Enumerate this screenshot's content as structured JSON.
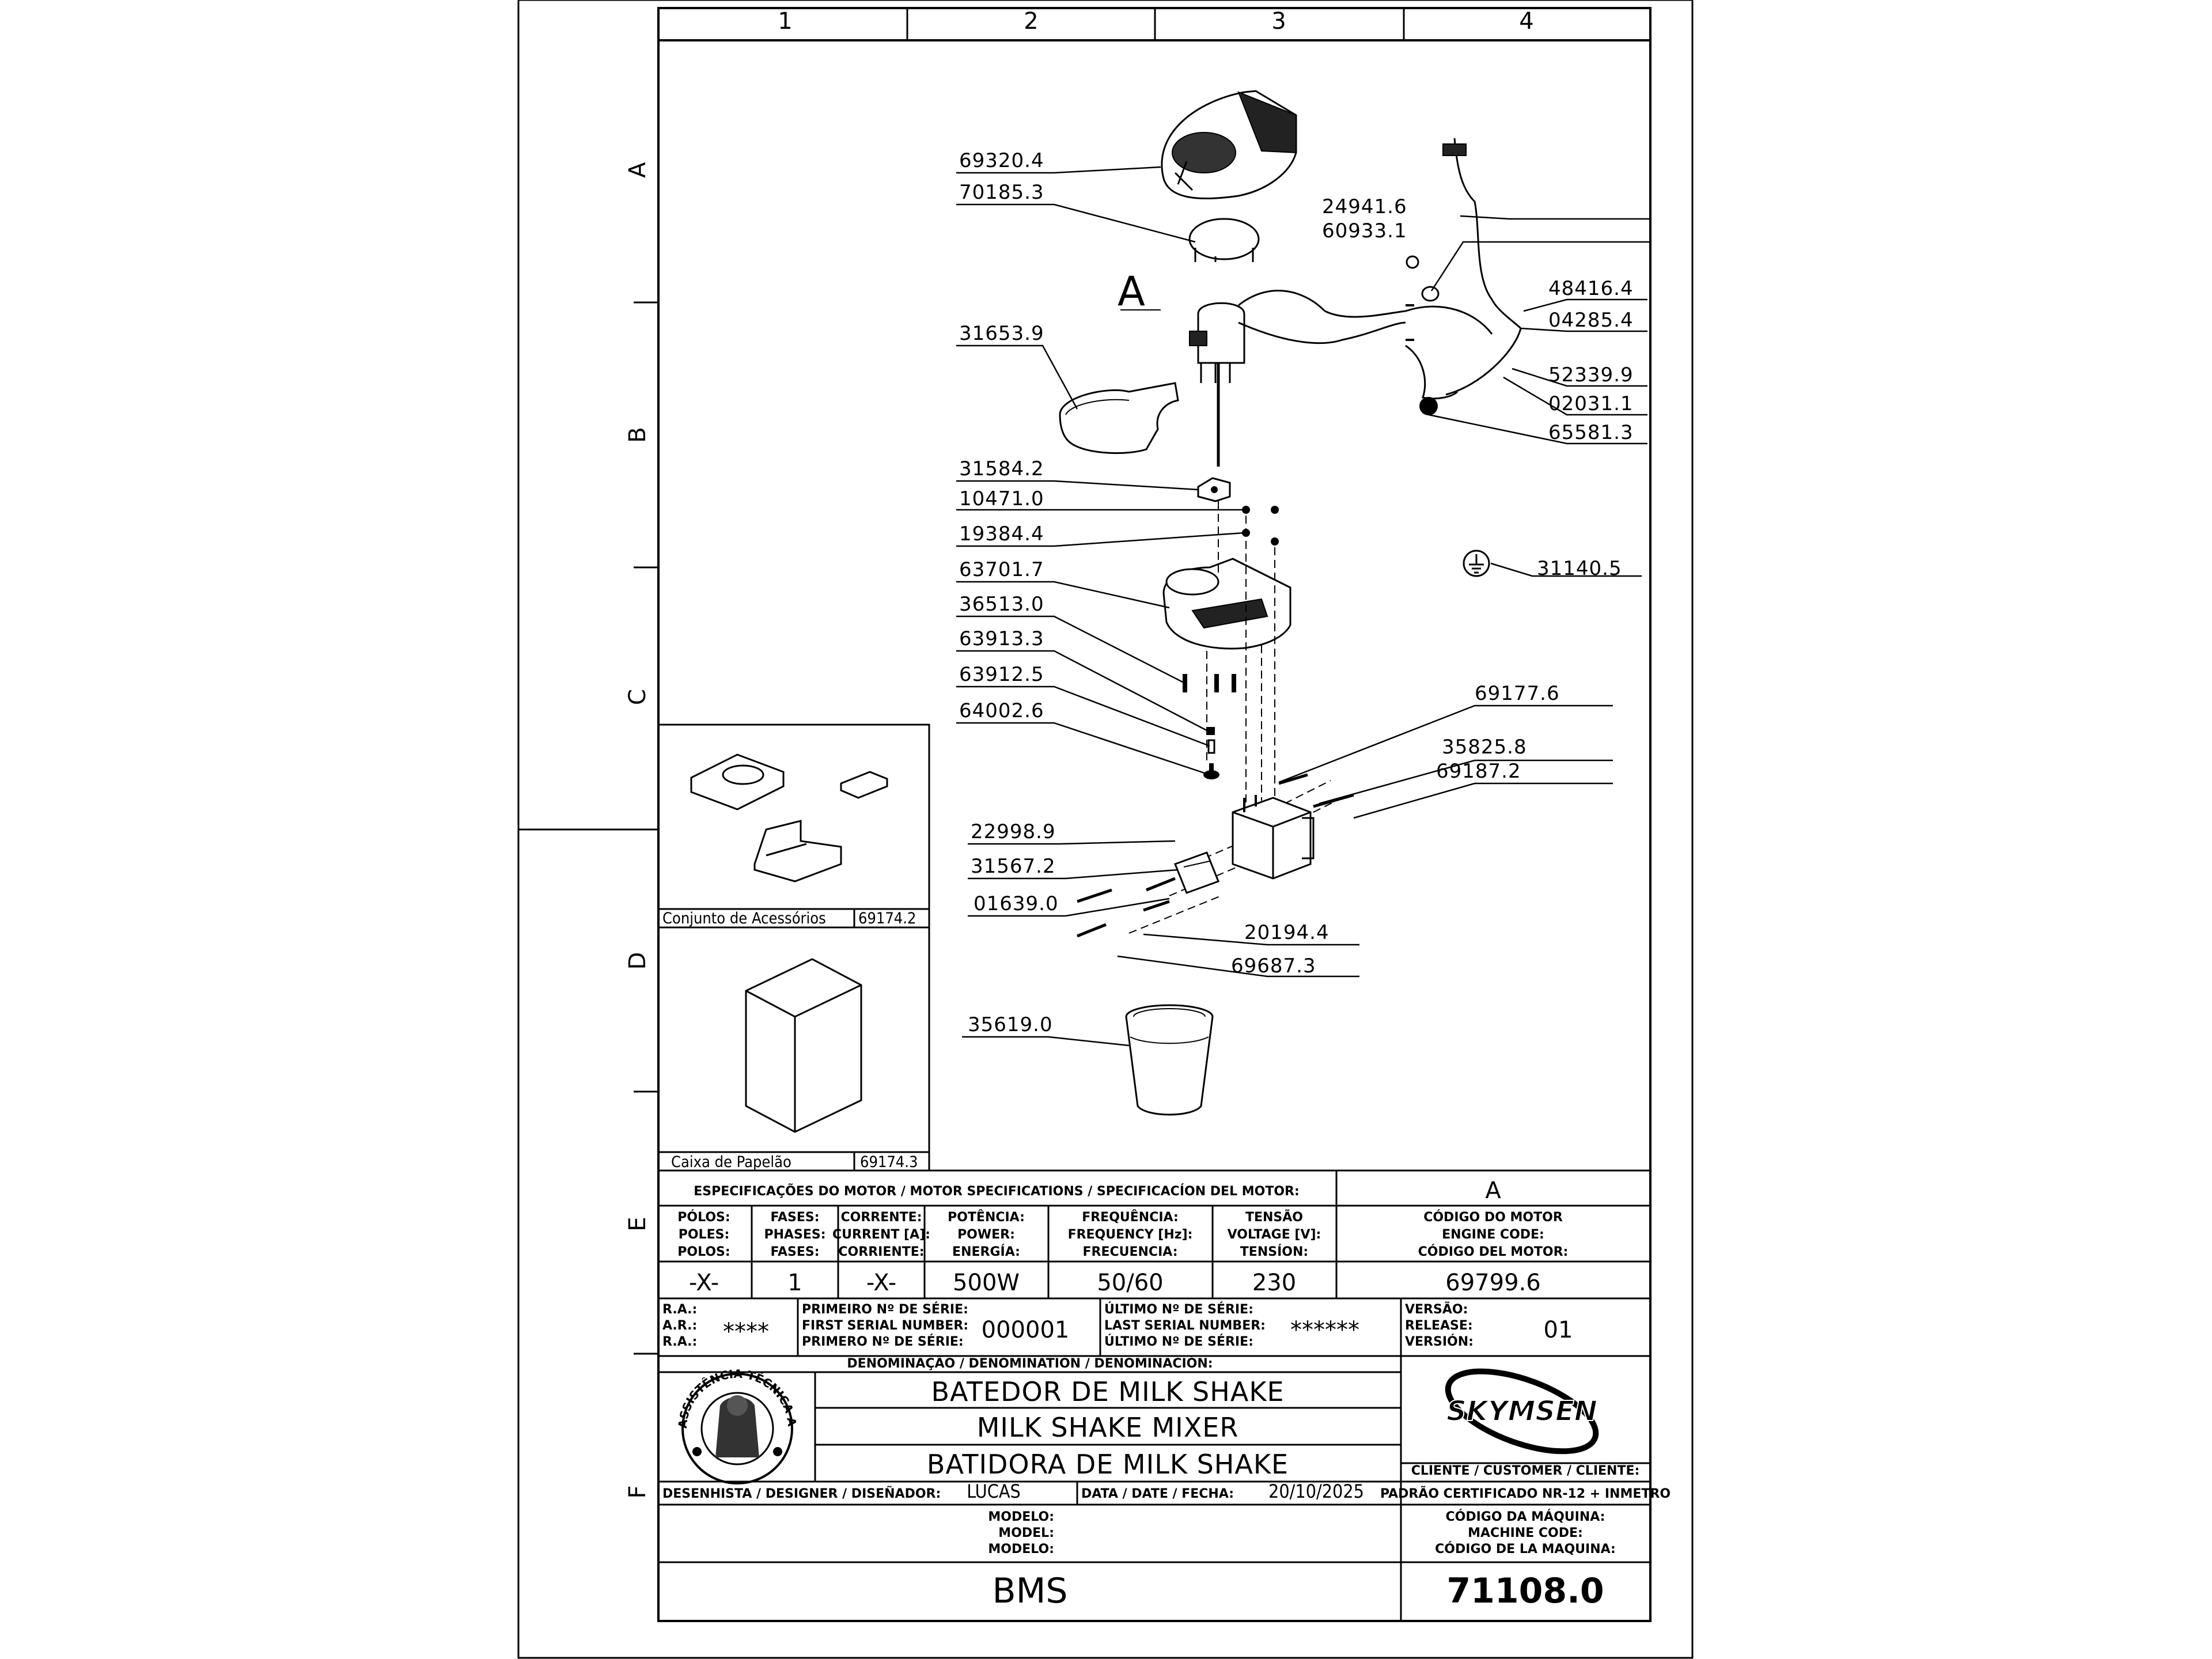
{
  "frame": {
    "columns": [
      "1",
      "2",
      "3",
      "4"
    ],
    "rows": [
      "A",
      "B",
      "C",
      "D",
      "E",
      "F"
    ]
  },
  "detail_letter": "A",
  "callouts": [
    "69320.4",
    "70185.3",
    "31653.9",
    "31584.2",
    "10471.0",
    "19384.4",
    "63701.7",
    "36513.0",
    "63913.3",
    "63912.5",
    "64002.6",
    "22998.9",
    "31567.2",
    "01639.0",
    "35619.0",
    "24941.6",
    "60933.1",
    "48416.4",
    "04285.4",
    "52339.9",
    "02031.1",
    "65581.3",
    "31140.5",
    "69177.6",
    "35825.8",
    "69187.2",
    "20194.4",
    "69687.3"
  ],
  "accessories": {
    "kit_label": "Conjunto de Acessórios",
    "kit_code": "69174.2",
    "box_label": "Caixa de Papelão",
    "box_code": "69174.3"
  },
  "motor": {
    "header": "ESPECIFICAÇÕES DO MOTOR / MOTOR SPECIFICATIONS / SPECIFICACÍON DEL MOTOR:",
    "revision": "A",
    "columns": [
      {
        "h1": "PÓLOS:",
        "h2": "POLES:",
        "h3": "POLOS:",
        "value": "-X-"
      },
      {
        "h1": "FASES:",
        "h2": "PHASES:",
        "h3": "FASES:",
        "value": "1"
      },
      {
        "h1": "CORRENTE:",
        "h2": "CURRENT [A]:",
        "h3": "CORRIENTE:",
        "value": "-X-"
      },
      {
        "h1": "POTÊNCIA:",
        "h2": "POWER:",
        "h3": "ENERGÍA:",
        "value": "500W"
      },
      {
        "h1": "FREQUÊNCIA:",
        "h2": "FREQUENCY [Hz]:",
        "h3": "FRECUENCIA:",
        "value": "50/60"
      },
      {
        "h1": "TENSÃO",
        "h2": "VOLTAGE [V]:",
        "h3": "TENSÍON:",
        "value": "230"
      },
      {
        "h1": "CÓDIGO DO MOTOR",
        "h2": "ENGINE CODE:",
        "h3": "CÓDIGO DEL MOTOR:",
        "value": "69799.6"
      }
    ]
  },
  "serial": {
    "ra1": "R.A.:",
    "ra2": "A.R.:",
    "ra3": "R.A.:",
    "ra_value": "****",
    "first1": "PRIMEIRO Nº DE SÉRIE:",
    "first2": "FIRST SERIAL NUMBER:",
    "first3": "PRIMERO Nº DE SÉRIE:",
    "first_value": "000001",
    "last1": "ÚLTIMO Nº DE SÉRIE:",
    "last2": "LAST SERIAL NUMBER:",
    "last3": "ÚLTIMO Nº DE SÉRIE:",
    "last_value": "******",
    "ver1": "VERSÃO:",
    "ver2": "RELEASE:",
    "ver3": "VERSIÓN:",
    "ver_value": "01"
  },
  "title_block": {
    "denomination_header": "DENOMINAÇÃO / DENOMINATION / DENOMINACIÓN:",
    "name_pt": "BATEDOR DE MILK SHAKE",
    "name_en": "MILK SHAKE MIXER",
    "name_es": "BATIDORA DE MILK SHAKE",
    "seal_text": "ASSISTÊNCIA TÉCNICA AUTORIZADA",
    "brand": "SKYMSEN",
    "client_label": "CLIENTE / CUSTOMER / CLIENTE:",
    "client_value": "PADRÃO CERTIFICADO NR-12 + INMETRO",
    "designer_label": "DESENHISTA / DESIGNER / DISEÑADOR:",
    "designer": "LUCAS",
    "date_label": "DATA / DATE / FECHA:",
    "date": "20/10/2025",
    "model1": "MODELO:",
    "model2": "MODEL:",
    "model3": "MODELO:",
    "model_value": "BMS",
    "code1": "CÓDIGO DA MÁQUINA:",
    "code2": "MACHINE CODE:",
    "code3": "CÓDIGO DE LA MAQUINA:",
    "code_value": "71108.0"
  }
}
